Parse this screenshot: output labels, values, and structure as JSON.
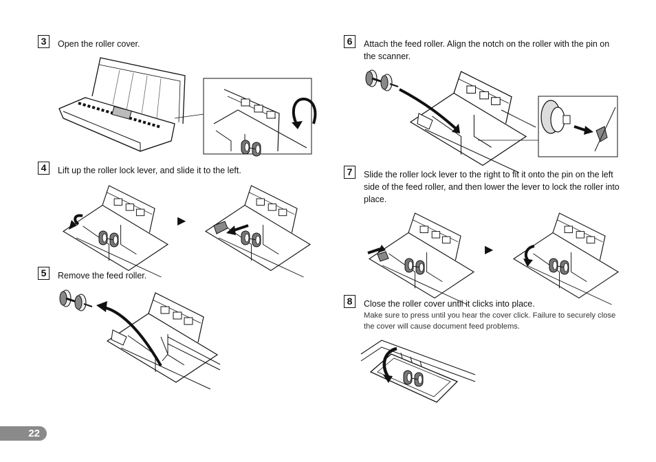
{
  "steps": [
    {
      "number": "3",
      "text": "Open the roller cover."
    },
    {
      "number": "4",
      "text": "Lift up the roller lock lever, and slide it to the left."
    },
    {
      "number": "5",
      "text": "Remove the feed roller."
    },
    {
      "number": "6",
      "text": "Attach the feed roller. Align the notch on the roller with the pin on the scanner."
    },
    {
      "number": "7",
      "text": "Slide the roller lock lever to the right to fit it onto the pin on the left side of the feed roller, and then lower the lever to lock the roller into place."
    },
    {
      "number": "8",
      "text": "Close the roller cover until it clicks into place.",
      "note": "Make sure to press until you hear the cover click. Failure to securely close the cover will cause document feed problems."
    }
  ],
  "sequence_arrow": "▶",
  "page_number": "22"
}
